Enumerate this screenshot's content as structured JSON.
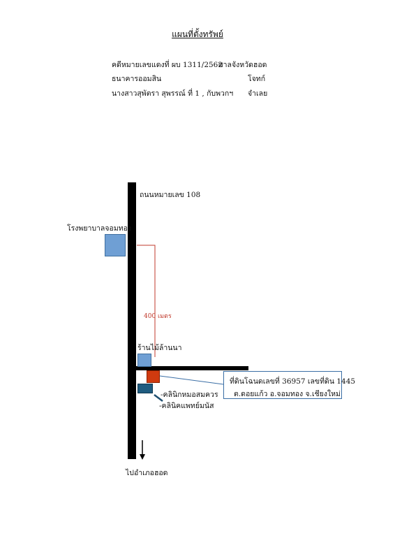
{
  "title": "แผนที่ตั้งทรัพย์",
  "case": {
    "number_label": "คดีหมายเลขแดงที่ ผบ 1311/2562",
    "court": "ศาลจังหวัดฮอด",
    "plaintiff": "ธนาคารออมสิน",
    "plaintiff_role": "โจทก์",
    "defendant": "นางสาวสุพัตรา สุพรรณ์ ที่ 1 , กับพวกฯ",
    "defendant_role": "จำเลย"
  },
  "map": {
    "road_label": "ถนนหมายเลข 108",
    "hospital_label": "โรงพยาบาลจอมทอง",
    "distance_label": "400 เมตร",
    "shop_label": "ร้านไม้ล้านนา",
    "clinic1_label": "-คลินิกหมอสมควร",
    "clinic2_label": "-คลินิคแพทย์มนัส",
    "direction_label": "ไปอำเภอฮอด",
    "parcel_line1": "ที่ดินโฉนดเลขที่ 36957 เลขที่ดิน 1445",
    "parcel_line2": "ต.ดอยแก้ว อ.จอมทอง จ.เชียงใหม่"
  },
  "colors": {
    "building_blue": "#6f9fd4",
    "parcel_red": "#d03a0f",
    "clinic_navy": "#1f5c80",
    "distance_red": "#c0392b",
    "callout_border": "#3a6ea5"
  }
}
